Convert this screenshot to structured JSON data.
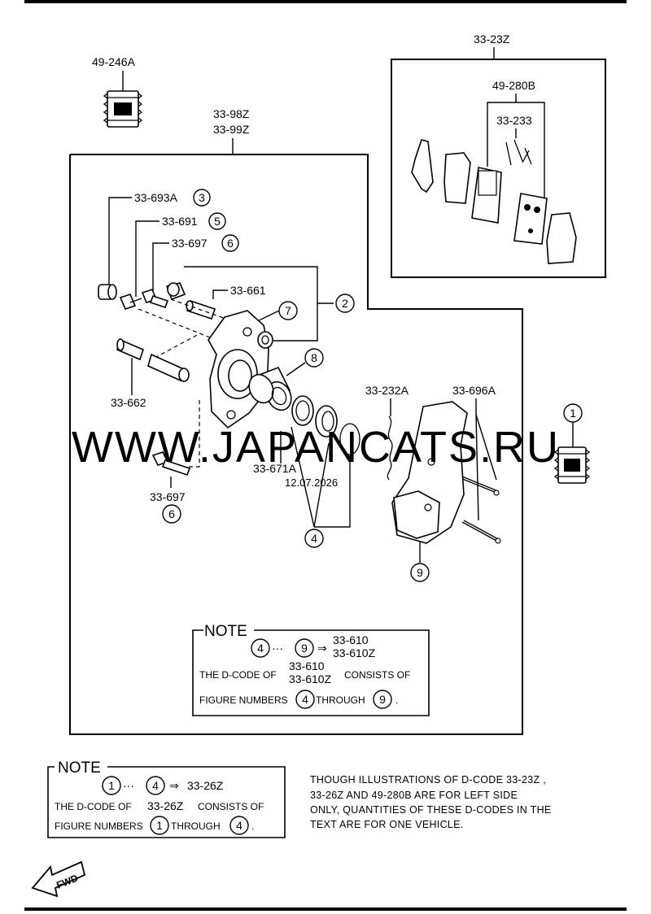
{
  "labels": {
    "tool_49_246A": "49-246A",
    "kit_33_23Z": "33-23Z",
    "shim_49_280B": "49-280B",
    "pad_33_233": "33-233",
    "caliper_33_98Z": "33-98Z",
    "caliper_33_99Z": "33-99Z",
    "cap_33_693A": "33-693A",
    "bleeder_33_691": "33-691",
    "bolt_33_697_top": "33-697",
    "pin_33_661": "33-661",
    "pin_33_662": "33-662",
    "seal_33_671A": "33-671A",
    "bolt_33_697_bottom": "33-697",
    "spring_33_232A": "33-232A",
    "pin_33_696A": "33-696A"
  },
  "callouts": {
    "c1": "1",
    "c2": "2",
    "c3": "3",
    "c4": "4",
    "c5": "5",
    "c6": "6",
    "c7": "7",
    "c8": "8",
    "c9": "9"
  },
  "note_inner": {
    "title": "NOTE",
    "range_from": "4",
    "range_to": "9",
    "ellipsis": "···",
    "arrow": "⇒",
    "code_a": "33-610",
    "code_b": "33-610Z",
    "text1": "THE D-CODE OF",
    "text1_end": "CONSISTS OF",
    "text2": "FIGURE NUMBERS",
    "text2_mid": "THROUGH",
    "text2_end": "."
  },
  "note_outer": {
    "title": "NOTE",
    "range_from": "1",
    "range_to": "4",
    "ellipsis": "···",
    "arrow": "⇒",
    "code": "33-26Z",
    "text1": "THE D-CODE OF",
    "text1_end": "CONSISTS OF",
    "text2": "FIGURE NUMBERS",
    "text2_mid": "THROUGH",
    "text2_end": "."
  },
  "side_note": [
    "THOUGH ILLUSTRATIONS OF D-CODE 33-23Z ,",
    "33-26Z AND 49-280B ARE FOR LEFT SIDE",
    "ONLY, QUANTITIES OF THESE D-CODES IN THE",
    "TEXT ARE FOR ONE VEHICLE."
  ],
  "fwd_label": "FWD",
  "watermark": {
    "text": "WWW.JAPANCATS.RU",
    "date": "12.07.2026"
  }
}
